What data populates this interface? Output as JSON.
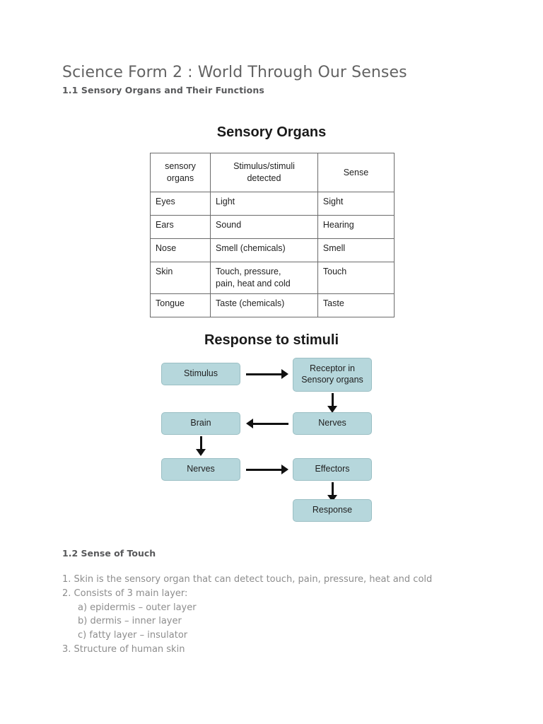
{
  "document": {
    "title": "Science Form 2 : World Through Our Senses",
    "section_1_1": "1.1 Sensory Organs and Their Functions",
    "section_1_2": "1.2 Sense of Touch"
  },
  "table": {
    "title": "Sensory Organs",
    "headers": {
      "organ": "sensory organs",
      "organ_line1": "sensory",
      "organ_line2": "organs",
      "stimulus_line1": "Stimulus/stimuli",
      "stimulus_line2": "detected",
      "sense": "Sense"
    },
    "rows": [
      {
        "organ": "Eyes",
        "stimulus": "Light",
        "stimulus_line2": "",
        "sense": "Sight"
      },
      {
        "organ": "Ears",
        "stimulus": "Sound",
        "stimulus_line2": "",
        "sense": "Hearing"
      },
      {
        "organ": "Nose",
        "stimulus": "Smell (chemicals)",
        "stimulus_line2": "",
        "sense": "Smell"
      },
      {
        "organ": "Skin",
        "stimulus": "Touch, pressure,",
        "stimulus_line2": "pain, heat and cold",
        "sense": "Touch"
      },
      {
        "organ": "Tongue",
        "stimulus": "Taste (chemicals)",
        "stimulus_line2": "",
        "sense": "Taste"
      }
    ]
  },
  "flowchart": {
    "title": "Response to stimuli",
    "box_color": "#b6d7dc",
    "boxes": {
      "stimulus": "Stimulus",
      "receptor_line1": "Receptor in",
      "receptor_line2": "Sensory organs",
      "nerves_upper": "Nerves",
      "brain": "Brain",
      "nerves_lower": "Nerves",
      "effectors": "Effectors",
      "response": "Response"
    },
    "arrows": [
      {
        "name": "stimulus-to-receptor",
        "direction": "right"
      },
      {
        "name": "receptor-to-nerves",
        "direction": "down"
      },
      {
        "name": "nerves-to-brain",
        "direction": "left"
      },
      {
        "name": "brain-to-nerves",
        "direction": "down"
      },
      {
        "name": "nerves-to-effectors",
        "direction": "right"
      },
      {
        "name": "effectors-to-response",
        "direction": "down"
      }
    ]
  },
  "touch_notes": {
    "line1": "1. Skin is the sensory organ that can detect touch, pain, pressure, heat and cold",
    "line2": "2. Consists of 3 main layer:",
    "line2a": "a) epidermis – outer layer",
    "line2b": "b) dermis – inner layer",
    "line2c": "c) fatty layer – insulator",
    "line3": "3. Structure of human skin"
  }
}
